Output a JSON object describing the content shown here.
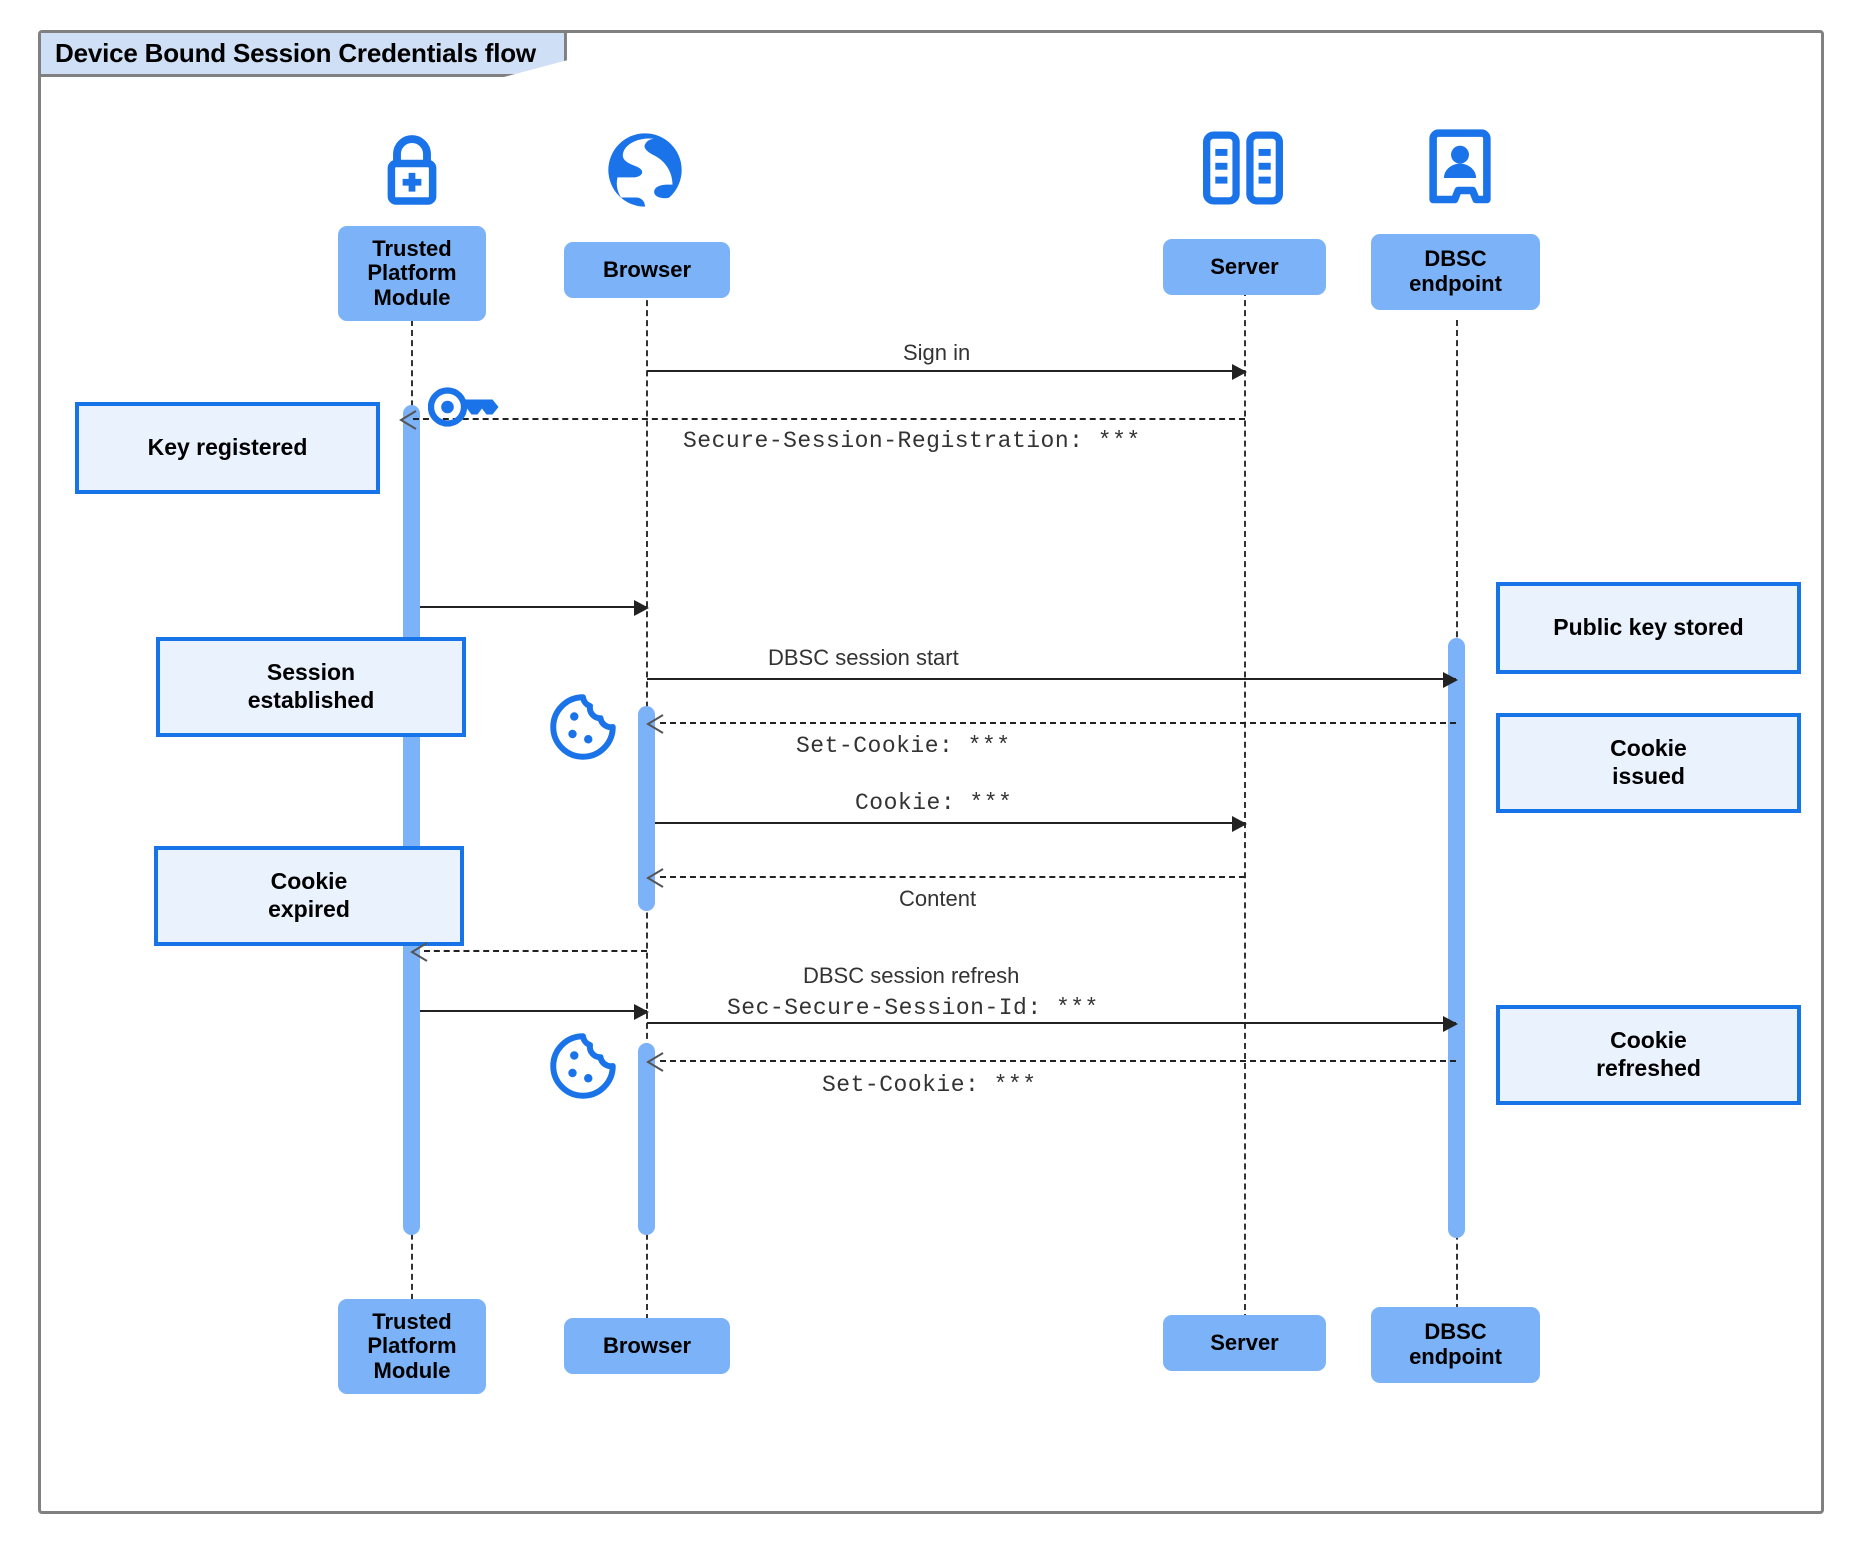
{
  "diagram": {
    "title": "Device Bound Session Credentials flow",
    "type": "uml-sequence",
    "colors": {
      "participant_fill": "#7cb2f7",
      "note_fill": "#eaf2fe",
      "note_border": "#1673e8",
      "icon_blue": "#1a73e8",
      "frame_border": "#808080",
      "title_tab_fill": "#cfdff5",
      "activation_fill": "#7cb2f7"
    }
  },
  "participants": [
    {
      "id": "tpm",
      "label": "Trusted\nPlatform\nModule",
      "label_line1": "Trusted",
      "label_line2": "Platform",
      "label_line3": "Module",
      "icon": "padlock-plus-icon"
    },
    {
      "id": "browser",
      "label": "Browser",
      "icon": "globe-icon"
    },
    {
      "id": "server",
      "label": "Server",
      "icon": "server-rack-icon"
    },
    {
      "id": "dbsc",
      "label": "DBSC\nendpoint",
      "label_line1": "DBSC",
      "label_line2": "endpoint",
      "icon": "id-badge-icon"
    }
  ],
  "messages": [
    {
      "id": "m1",
      "from": "browser",
      "to": "server",
      "label": "Sign in",
      "style": "solid",
      "font": "sans"
    },
    {
      "id": "m2",
      "from": "server",
      "to": "tpm",
      "label": "Secure-Session-Registration: ***",
      "style": "dashed",
      "font": "mono"
    },
    {
      "id": "m3",
      "from": "tpm",
      "to": "browser",
      "label": "",
      "style": "solid",
      "font": "sans"
    },
    {
      "id": "m4",
      "from": "browser",
      "to": "dbsc",
      "label": "DBSC session start",
      "style": "solid",
      "font": "sans"
    },
    {
      "id": "m5",
      "from": "dbsc",
      "to": "browser",
      "label": "Set-Cookie: ***",
      "style": "dashed",
      "font": "mono"
    },
    {
      "id": "m6",
      "from": "browser",
      "to": "server",
      "label": "Cookie: ***",
      "style": "solid",
      "font": "mono"
    },
    {
      "id": "m7",
      "from": "server",
      "to": "browser",
      "label": "Content",
      "style": "dashed",
      "font": "sans"
    },
    {
      "id": "m8",
      "from": "server",
      "to": "tpm",
      "label": "",
      "style": "dashed",
      "font": "sans"
    },
    {
      "id": "m9",
      "from": "tpm",
      "to": "browser",
      "label": "",
      "style": "solid",
      "font": "sans"
    },
    {
      "id": "m10",
      "from": "browser",
      "to": "dbsc",
      "label_line1": "DBSC session refresh",
      "label_line2": "Sec-Secure-Session-Id: ***",
      "style": "solid",
      "font": "mixed"
    },
    {
      "id": "m11",
      "from": "dbsc",
      "to": "browser",
      "label": "Set-Cookie: ***",
      "style": "dashed",
      "font": "mono"
    }
  ],
  "notes": [
    {
      "id": "n1",
      "side": "left",
      "text": "Key registered",
      "attached_to": "tpm"
    },
    {
      "id": "n2",
      "side": "left",
      "text": "Session\nestablished",
      "line1": "Session",
      "line2": "established",
      "attached_to": "tpm"
    },
    {
      "id": "n3",
      "side": "left",
      "text": "Cookie\nexpired",
      "line1": "Cookie",
      "line2": "expired",
      "attached_to": "tpm"
    },
    {
      "id": "n4",
      "side": "right",
      "text": "Public key stored",
      "attached_to": "dbsc"
    },
    {
      "id": "n5",
      "side": "right",
      "text": "Cookie\nissued",
      "line1": "Cookie",
      "line2": "issued",
      "attached_to": "dbsc"
    },
    {
      "id": "n6",
      "side": "right",
      "text": "Cookie\nrefreshed",
      "line1": "Cookie",
      "line2": "refreshed",
      "attached_to": "dbsc"
    }
  ],
  "inline_icons": [
    {
      "id": "key1",
      "name": "key-icon",
      "near": "tpm"
    },
    {
      "id": "cookie1",
      "name": "cookie-icon",
      "near": "browser"
    },
    {
      "id": "cookie2",
      "name": "cookie-icon",
      "near": "browser"
    }
  ]
}
